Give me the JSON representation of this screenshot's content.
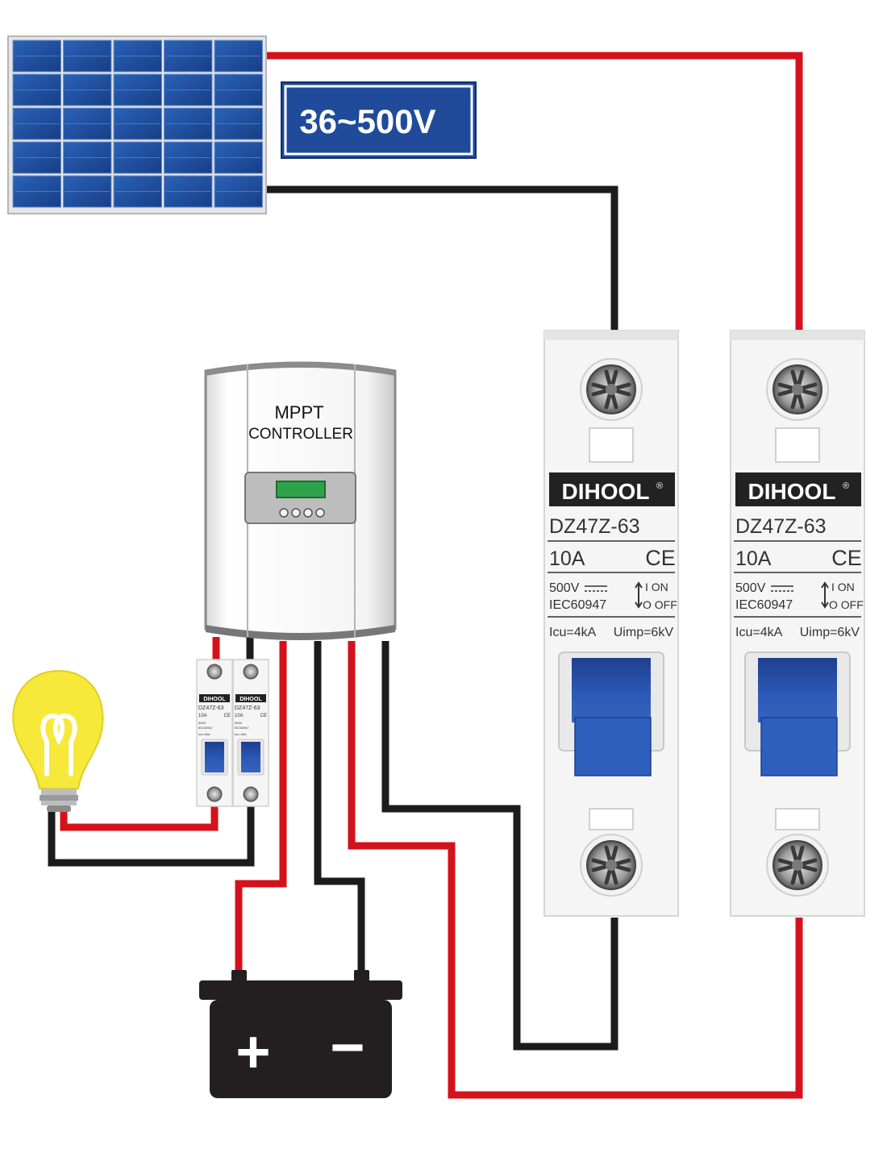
{
  "voltage_label": "36~500V",
  "controller": {
    "line1": "MPPT",
    "line2": "CONTROLLER"
  },
  "breaker": {
    "brand": "DIHOOL",
    "reg": "®",
    "model": "DZ47Z-63",
    "current": "10A",
    "ce": "CE",
    "voltage": "500V",
    "standard": "IEC60947",
    "on": "I  ON",
    "off": "O OFF",
    "icu": "Icu=4kA",
    "uimp": "Uimp=6kV"
  },
  "battery": {
    "plus": "+",
    "minus": "−"
  },
  "colors": {
    "wire_red": "#d4121c",
    "wire_black": "#1c1c1c",
    "panel_blue": "#1e4f9e",
    "label_blue": "#1f4b9a",
    "toggle_blue": "#2751a8",
    "bulb_yellow": "#f6e93a",
    "battery": "#231f20"
  }
}
